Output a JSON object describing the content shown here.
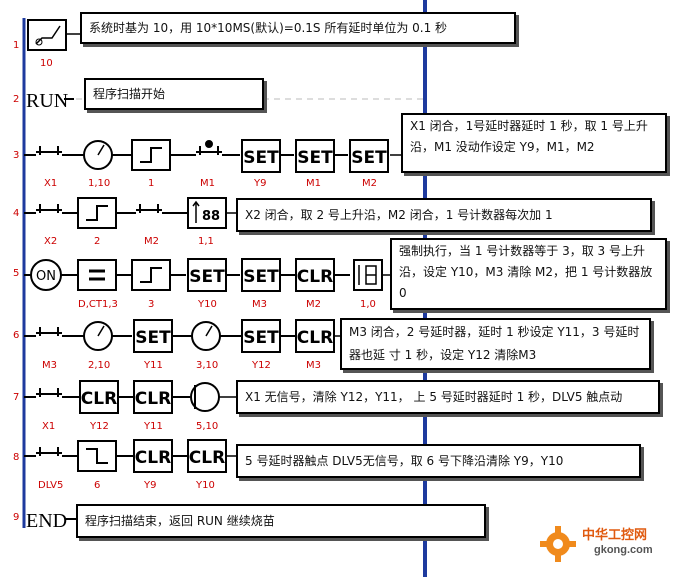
{
  "rungs": [
    {
      "num": "1",
      "labels": [
        "10"
      ]
    },
    {
      "num": "2",
      "keyword": "RUN"
    },
    {
      "num": "3",
      "labels": [
        "X1",
        "1,10",
        "1",
        "M1",
        "Y9",
        "M1",
        "M2"
      ],
      "blocks": [
        "SET",
        "SET",
        "SET"
      ]
    },
    {
      "num": "4",
      "labels": [
        "X2",
        "2",
        "M2",
        "1,1"
      ],
      "counter": "88"
    },
    {
      "num": "5",
      "labels": [
        "D,CT1,3",
        "3",
        "Y10",
        "M3",
        "M2",
        "1,0"
      ],
      "on": "ON",
      "blocks": [
        "SET",
        "SET",
        "CLR"
      ]
    },
    {
      "num": "6",
      "labels": [
        "M3",
        "2,10",
        "Y11",
        "3,10",
        "Y12",
        "M3"
      ],
      "blocks": [
        "SET",
        "SET",
        "CLR"
      ]
    },
    {
      "num": "7",
      "labels": [
        "X1",
        "Y12",
        "Y11",
        "5,10"
      ],
      "blocks": [
        "CLR",
        "CLR"
      ]
    },
    {
      "num": "8",
      "labels": [
        "DLV5",
        "6",
        "Y9",
        "Y10"
      ],
      "blocks": [
        "CLR",
        "CLR"
      ]
    },
    {
      "num": "9",
      "keyword": "END"
    }
  ],
  "notes": {
    "n1": "系统时基为 10，用 10*10MS(默认)=0.1S   所有延时单位为  0.1 秒",
    "n2": "程序扫描开始",
    "n3": "X1 闭合，1号延时器延时  1 秒，取  1 号上升沿，M1 没动作设定  Y9，M1，M2",
    "n4": "X2 闭合，取 2 号上升沿，M2 闭合，1 号计数器每次加  1",
    "n5": "强制执行，当 1 号计数器等于  3，取 3 号上升沿，设定  Y10，M3 清除  M2，把 1 号计数器放  0",
    "n6": "M3 闭合，2 号延时器，延时  1 秒设定  Y11，3 号延时器也延 寸 1 秒，设定  Y12 清除M3",
    "n7": "X1 无信号，清除  Y12，Y11，  上  5 号延时器延时  1 秒，DLV5 触点动",
    "n8": "5 号延时器触点  DLV5无信号，取  6 号下降沿清除   Y9，Y10",
    "n9": "程序扫描结束，返回  RUN 继续烧苗"
  },
  "watermark": {
    "cn": "中华工控网",
    "url": "gkong.com"
  },
  "colors": {
    "rail": "#1e3a9e",
    "label": "#cc0000",
    "num": "#cc0000"
  }
}
